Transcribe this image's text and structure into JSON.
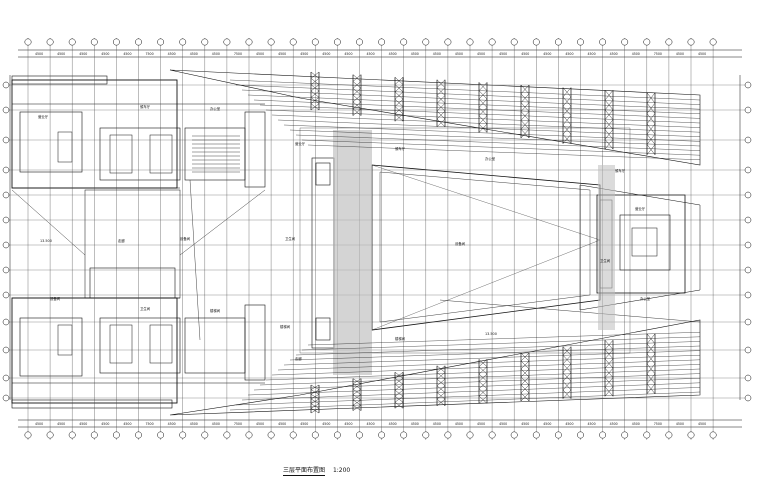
{
  "drawing": {
    "title": "三层平面布置图",
    "scale": "1:200"
  },
  "palette": {
    "line": "#111111",
    "grid": "#444444",
    "hatch": "#bdbdbd",
    "paper": "#ffffff"
  },
  "dimension_labels": {
    "top_segments": [
      "4500",
      "4500",
      "4500",
      "4500",
      "4500",
      "7500",
      "4500",
      "4500",
      "4500",
      "7500",
      "4500",
      "4500",
      "4500",
      "4500",
      "4500",
      "4500",
      "4500",
      "4500",
      "4500",
      "4500",
      "4500",
      "4500",
      "4500"
    ],
    "bottom_segments": [
      "4500",
      "4500",
      "4500",
      "4500",
      "4500",
      "7500",
      "4500",
      "4500",
      "4500",
      "7500",
      "4500",
      "4500",
      "4500",
      "4500",
      "4500",
      "4500",
      "4500",
      "4500",
      "4500",
      "4500",
      "4500",
      "4500",
      "4500"
    ]
  },
  "room_tags": [
    "营业厅",
    "候车厅",
    "办公室",
    "设备间",
    "卫生间",
    "楼梯间",
    "13.500",
    "走廊"
  ]
}
